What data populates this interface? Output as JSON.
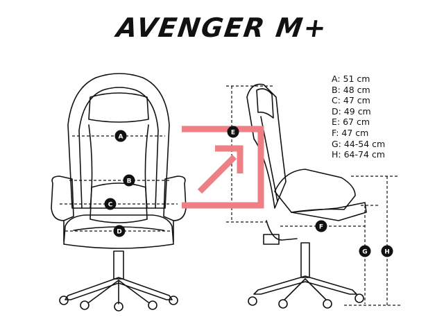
{
  "title": "AVENGER M+",
  "specs": [
    "A: 51 cm",
    "B: 48 cm",
    "C: 47 cm",
    "D: 49 cm",
    "E: 67 cm",
    "F: 47 cm",
    "G: 44-54 cm",
    "H: 64-74 cm"
  ],
  "markers": {
    "a": "A",
    "b": "B",
    "c": "C",
    "d": "D",
    "e": "E",
    "f": "F",
    "g": "G",
    "h": "H"
  },
  "colors": {
    "line": "#111111",
    "accent": "#ee7f84"
  },
  "icons": {
    "view-switch": "arrow-up-right-in-square-icon"
  }
}
